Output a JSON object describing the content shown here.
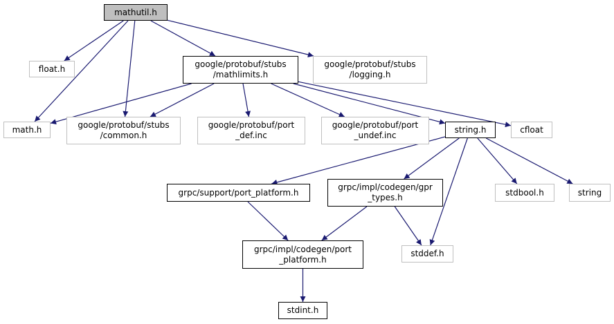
{
  "colors": {
    "edge": "#191970",
    "root_fill": "#bfbfbf",
    "included_border": "#000000",
    "external_border": "#bfbfbf"
  },
  "nodes": {
    "mathutil": {
      "lines": [
        "mathutil.h"
      ],
      "kind": "root"
    },
    "float": {
      "lines": [
        "float.h"
      ],
      "kind": "external"
    },
    "mathlimits": {
      "lines": [
        "google/protobuf/stubs",
        "/mathlimits.h"
      ],
      "kind": "included"
    },
    "logging": {
      "lines": [
        "google/protobuf/stubs",
        "/logging.h"
      ],
      "kind": "external"
    },
    "math": {
      "lines": [
        "math.h"
      ],
      "kind": "external"
    },
    "common": {
      "lines": [
        "google/protobuf/stubs",
        "/common.h"
      ],
      "kind": "external"
    },
    "port_def": {
      "lines": [
        "google/protobuf/port",
        "_def.inc"
      ],
      "kind": "external"
    },
    "port_undef": {
      "lines": [
        "google/protobuf/port",
        "_undef.inc"
      ],
      "kind": "external"
    },
    "string_h": {
      "lines": [
        "string.h"
      ],
      "kind": "included"
    },
    "cfloat": {
      "lines": [
        "cfloat"
      ],
      "kind": "external"
    },
    "support_port_platform": {
      "lines": [
        "grpc/support/port_platform.h"
      ],
      "kind": "included"
    },
    "gpr_types": {
      "lines": [
        "grpc/impl/codegen/gpr",
        "_types.h"
      ],
      "kind": "included"
    },
    "stdbool": {
      "lines": [
        "stdbool.h"
      ],
      "kind": "external"
    },
    "string": {
      "lines": [
        "string"
      ],
      "kind": "external"
    },
    "codegen_port_platform": {
      "lines": [
        "grpc/impl/codegen/port",
        "_platform.h"
      ],
      "kind": "included"
    },
    "stddef": {
      "lines": [
        "stddef.h"
      ],
      "kind": "external"
    },
    "stdint": {
      "lines": [
        "stdint.h"
      ],
      "kind": "included"
    }
  },
  "edges": [
    [
      "mathutil",
      "float"
    ],
    [
      "mathutil",
      "math"
    ],
    [
      "mathutil",
      "common"
    ],
    [
      "mathutil",
      "mathlimits"
    ],
    [
      "mathutil",
      "logging"
    ],
    [
      "mathlimits",
      "math"
    ],
    [
      "mathlimits",
      "common"
    ],
    [
      "mathlimits",
      "port_def"
    ],
    [
      "mathlimits",
      "port_undef"
    ],
    [
      "mathlimits",
      "string_h"
    ],
    [
      "mathlimits",
      "cfloat"
    ],
    [
      "string_h",
      "support_port_platform"
    ],
    [
      "string_h",
      "gpr_types"
    ],
    [
      "string_h",
      "stddef"
    ],
    [
      "string_h",
      "stdbool"
    ],
    [
      "string_h",
      "string"
    ],
    [
      "support_port_platform",
      "codegen_port_platform"
    ],
    [
      "gpr_types",
      "codegen_port_platform"
    ],
    [
      "gpr_types",
      "stddef"
    ],
    [
      "codegen_port_platform",
      "stdint"
    ]
  ]
}
